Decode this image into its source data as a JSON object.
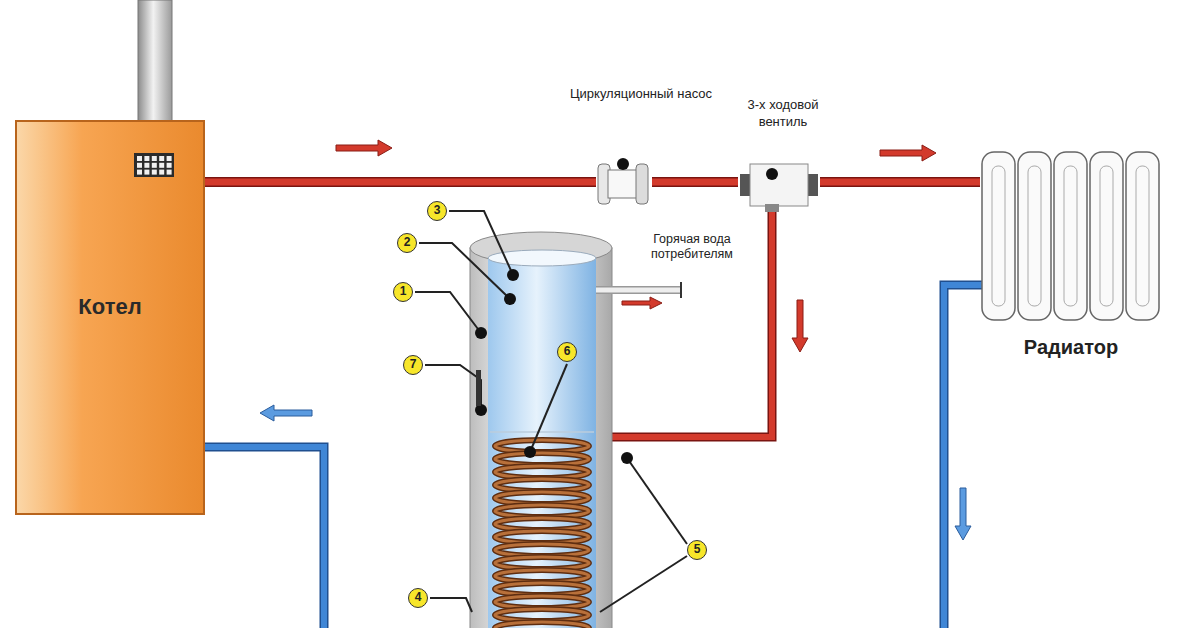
{
  "diagram": {
    "nodes": [
      {
        "text": [
          "Котел"
        ]
      },
      {
        "text": [
          "Циркуляционный насос"
        ]
      },
      {
        "text": [
          "3-х ходовой вентиль"
        ]
      },
      {
        "text": [
          "Радиатор"
        ]
      }
    ],
    "edges": [
      {
        "from": 0,
        "to": 1,
        "arrow": "none"
      },
      {
        "from": 1,
        "to": 2,
        "arrow": "none"
      },
      {
        "from": 2,
        "to": 3,
        "arrow": "none"
      }
    ],
    "labels": [
      "Горячая вода потребителям",
      "3",
      "2",
      "1",
      "7",
      "6",
      "5",
      "4"
    ]
  }
}
